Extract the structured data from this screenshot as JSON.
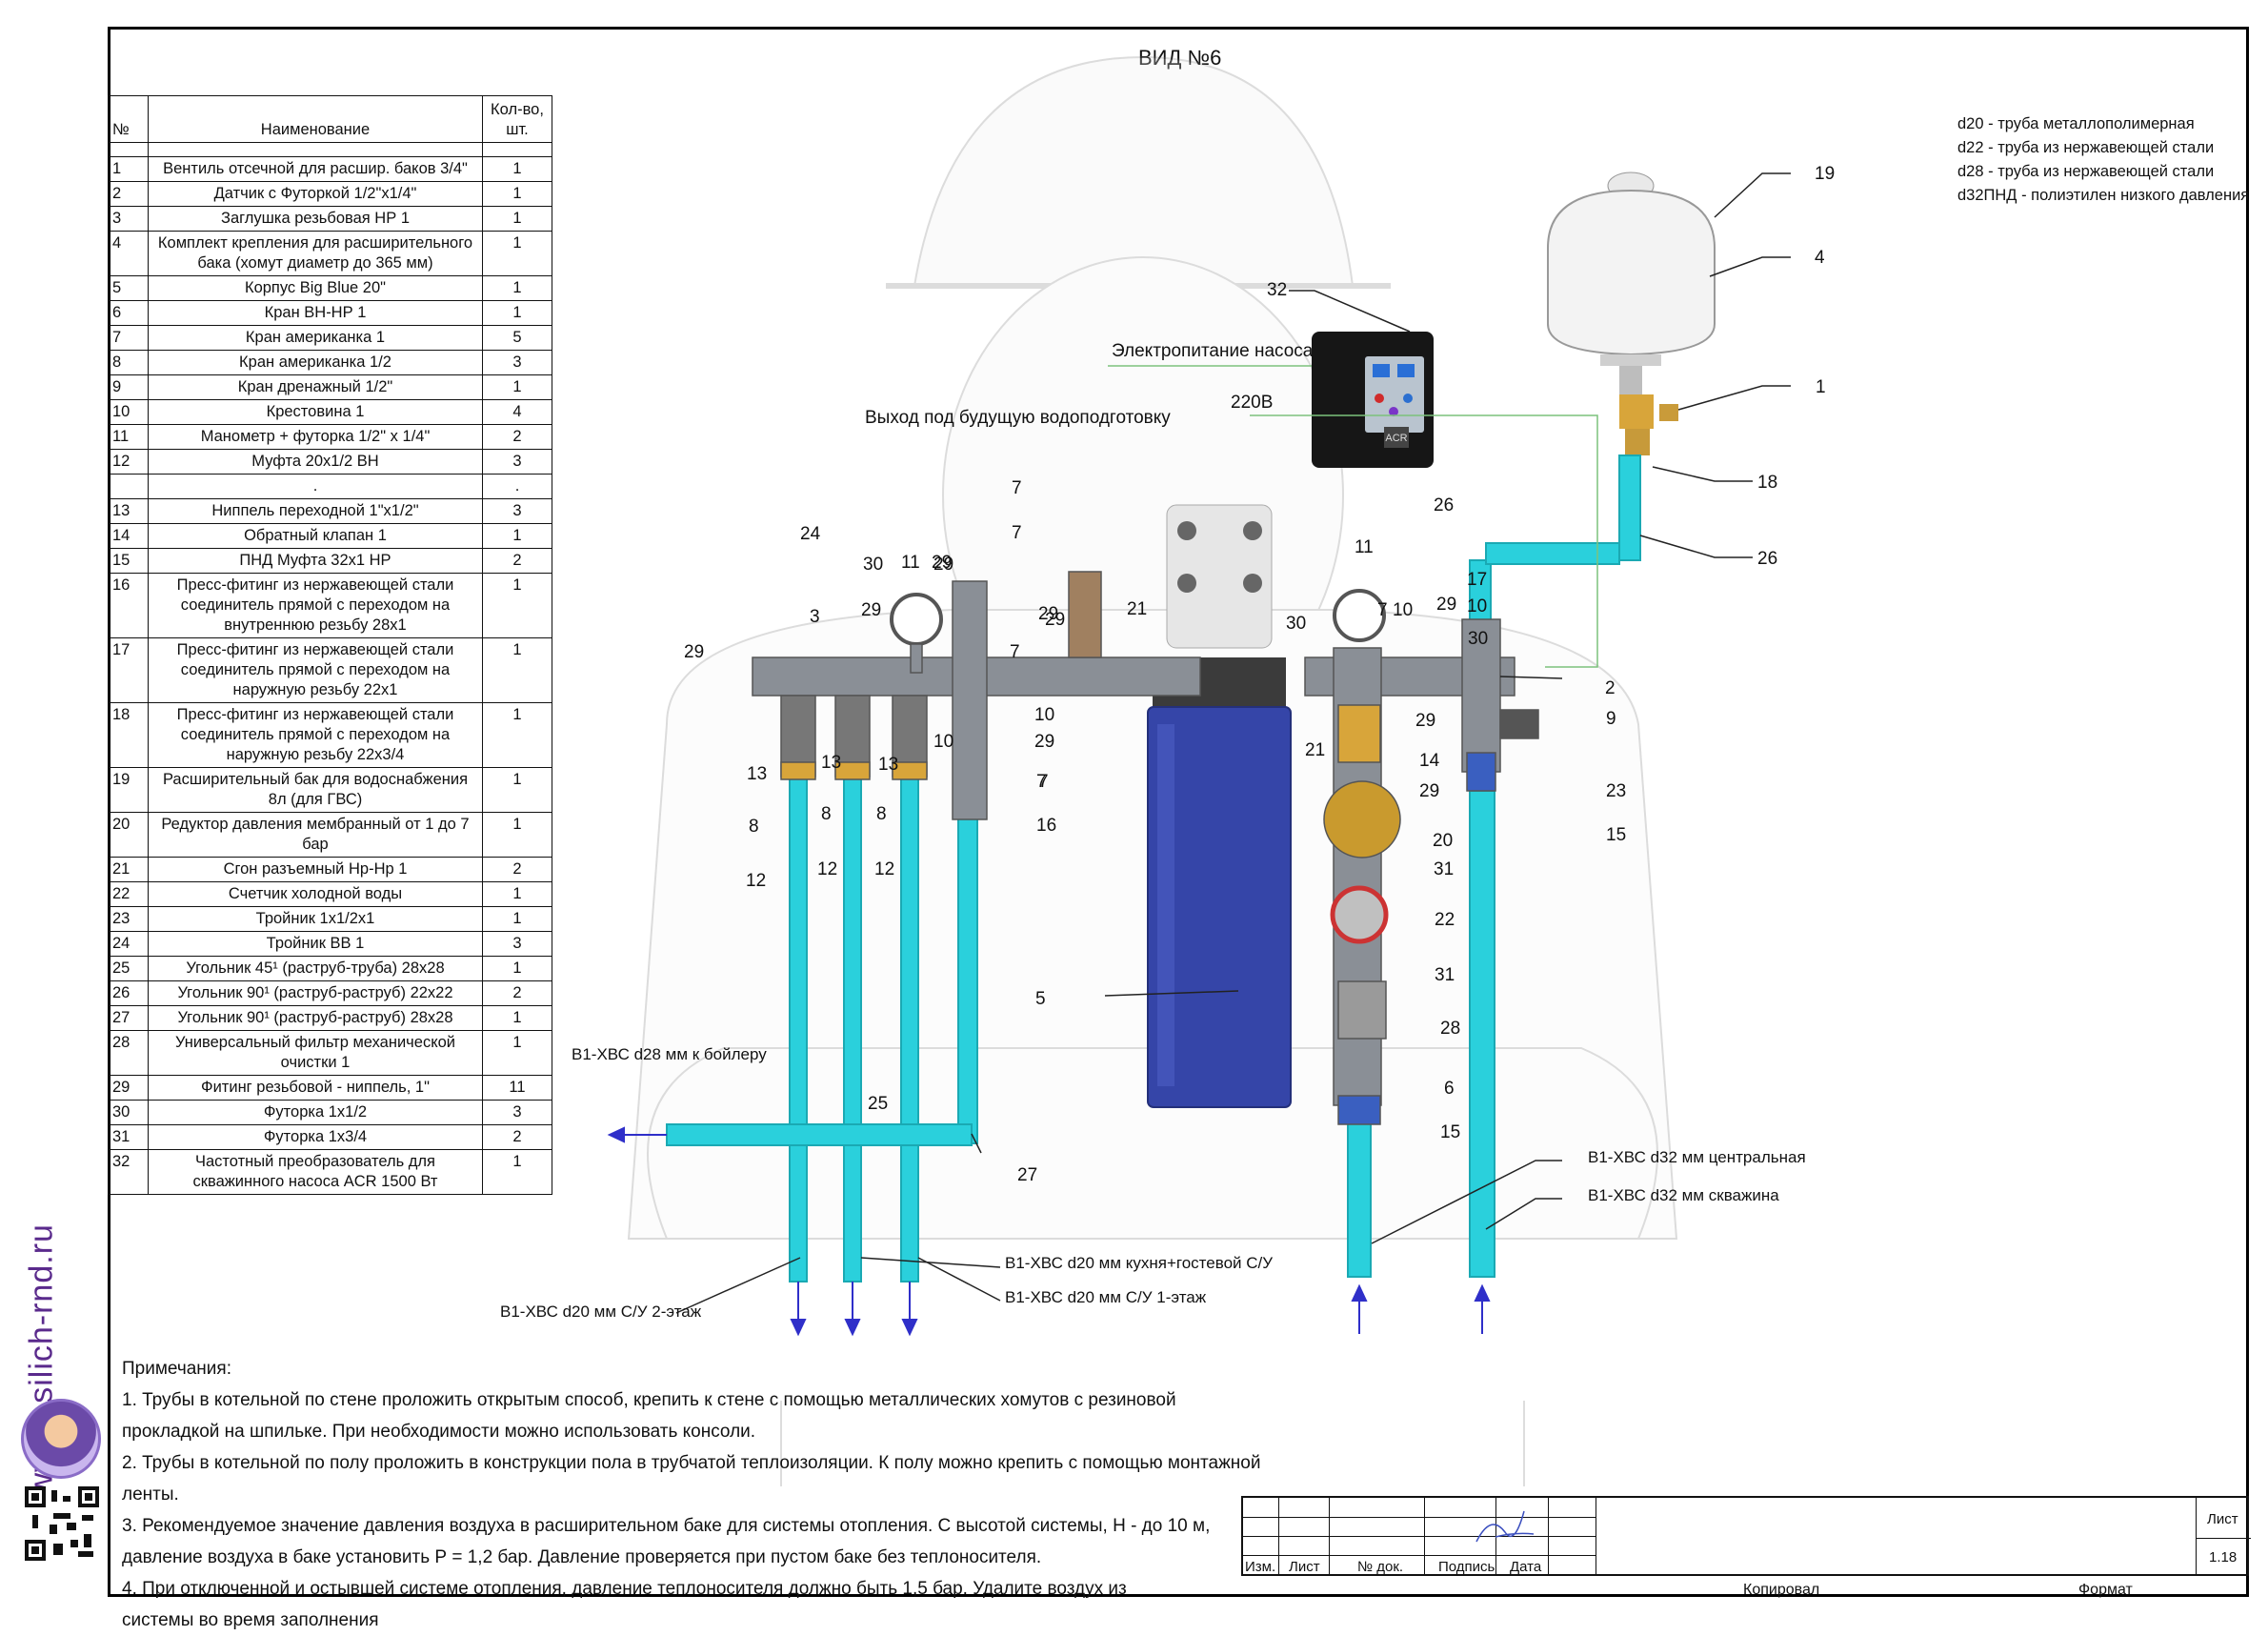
{
  "sheet": {
    "view_title": "ВИД №6",
    "side_url": "www.vasilich-rnd.ru"
  },
  "bom": {
    "headers": [
      "№",
      "Наименование",
      "Кол-во, шт."
    ],
    "rows": [
      [
        "1",
        "Вентиль отсечной для расшир. баков 3/4\"",
        "1"
      ],
      [
        "2",
        "Датчик с Футоркой 1/2\"х1/4\"",
        "1"
      ],
      [
        "3",
        "Заглушка резьбовая НР 1",
        "1"
      ],
      [
        "4",
        "Комплект крепления для расширительного бака (хомут диаметр до 365 мм)",
        "1"
      ],
      [
        "5",
        "Корпус Big Blue 20\"",
        "1"
      ],
      [
        "6",
        "Кран ВН-НР 1",
        "1"
      ],
      [
        "7",
        "Кран американка 1",
        "5"
      ],
      [
        "8",
        "Кран американка 1/2",
        "3"
      ],
      [
        "9",
        "Кран дренажный 1/2\"",
        "1"
      ],
      [
        "10",
        "Крестовина 1",
        "4"
      ],
      [
        "11",
        "Манометр + футорка 1/2\" х 1/4\"",
        "2"
      ],
      [
        "12",
        "Муфта 20х1/2 ВН",
        "3"
      ],
      [
        "",
        ".",
        "."
      ],
      [
        "13",
        "Ниппель переходной 1\"х1/2\"",
        "3"
      ],
      [
        "14",
        "Обратный клапан 1",
        "1"
      ],
      [
        "15",
        "ПНД Муфта 32х1 НР",
        "2"
      ],
      [
        "16",
        "Пресс-фитинг из нержавеющей стали соединитель прямой с переходом на внутреннюю резьбу 28х1",
        "1"
      ],
      [
        "17",
        "Пресс-фитинг из нержавеющей стали соединитель прямой с переходом на наружную резьбу 22х1",
        "1"
      ],
      [
        "18",
        "Пресс-фитинг из нержавеющей стали соединитель прямой с переходом на наружную резьбу 22х3/4",
        "1"
      ],
      [
        "19",
        "Расширительный бак для водоснабжения 8л (для ГВС)",
        "1"
      ],
      [
        "20",
        "Редуктор давления мембранный от 1 до 7 бар",
        "1"
      ],
      [
        "21",
        "Сгон разъемный Нр-Нр 1",
        "2"
      ],
      [
        "22",
        "Счетчик холодной воды",
        "1"
      ],
      [
        "23",
        "Тройник 1х1/2х1",
        "1"
      ],
      [
        "24",
        "Тройник ВВ 1",
        "3"
      ],
      [
        "25",
        "Угольник 45¹ (раструб-труба) 28х28",
        "1"
      ],
      [
        "26",
        "Угольник 90¹ (раструб-раструб) 22х22",
        "2"
      ],
      [
        "27",
        "Угольник 90¹ (раструб-раструб) 28х28",
        "1"
      ],
      [
        "28",
        "Универсальный фильтр механической очистки 1",
        "1"
      ],
      [
        "29",
        "Фитинг резьбовой - ниппель, 1\"",
        "11"
      ],
      [
        "30",
        "Футорка 1х1/2",
        "3"
      ],
      [
        "31",
        "Футорка 1х3/4",
        "2"
      ],
      [
        "32",
        "Частотный преобразователь для скважинного насоса ACR 1500 Вт",
        "1"
      ]
    ]
  },
  "legend": [
    "d20 - труба металлополимерная",
    "d22 - труба из нержавеющей стали",
    "d28 - труба из нержавеющей стали",
    "d32ПНД - полиэтилен низкого давления"
  ],
  "labels": {
    "power": "Электропитание насоса",
    "v220": "220В",
    "future_out": "Выход под будущую водоподготовку",
    "boiler": "В1-ХВС d28 мм к бойлеру",
    "central": "В1-ХВС d32 мм центральная",
    "well": "В1-ХВС d32 мм скважина",
    "kitchen": "В1-ХВС d20 мм кухня+гостевой С/У",
    "su1": "В1-ХВС d20 мм С/У 1-этаж",
    "su2": "В1-ХВС d20 мм С/У 2-этаж",
    "acr": "ACR"
  },
  "callouts": [
    "32",
    "19",
    "4",
    "1",
    "18",
    "26",
    "26",
    "24",
    "7",
    "7",
    "29",
    "30",
    "11",
    "29",
    "29",
    "3",
    "29",
    "29",
    "7",
    "29",
    "21",
    "30",
    "11",
    "10",
    "7",
    "29",
    "17",
    "10",
    "30",
    "2",
    "10",
    "29",
    "7",
    "13",
    "13",
    "13",
    "10",
    "7",
    "8",
    "8",
    "8",
    "12",
    "12",
    "12",
    "16",
    "5",
    "29",
    "9",
    "23",
    "15",
    "21",
    "14",
    "29",
    "20",
    "31",
    "22",
    "31",
    "28",
    "6",
    "15",
    "25",
    "27"
  ],
  "notes": {
    "title": "Примечания:",
    "lines": [
      "1. Трубы в котельной по стене проложить открытым способ, крепить к стене с помощью металлических хомутов с резиновой",
      "прокладкой на шпильке. При необходимости можно использовать консоли.",
      "2. Трубы в котельной по полу проложить в конструкции пола в трубчатой теплоизоляции. К полу можно крепить с помощью монтажной ленты.",
      "3. Рекомендуемое значение давления воздуха в расширительном баке для системы отопления. С высотой системы, Н - до 10 м,",
      "давление воздуха в баке установить Р = 1,2 бар. Давление проверяется при пустом баке без теплоносителя.",
      "4. При отключенной и остывшей системе отопления, давление теплоносителя должно быть 1,5 бар. Удалите воздух из",
      "системы во время заполнения"
    ]
  },
  "stamp": {
    "izm": "Изм.",
    "list": "Лист",
    "doc": "№ док.",
    "sign": "Подпись",
    "date": "Дата",
    "sheet_label": "Лист",
    "sheet_num": "1.18",
    "kopir": "Копировал",
    "format": "Формат"
  },
  "colors": {
    "pipe": "#2ad0dc",
    "pipe_edge": "#1aa9b3",
    "filter": "#3545a8",
    "arrow": "#2f2fc9",
    "steel": "#8a8f96",
    "brass": "#d8a53a"
  }
}
